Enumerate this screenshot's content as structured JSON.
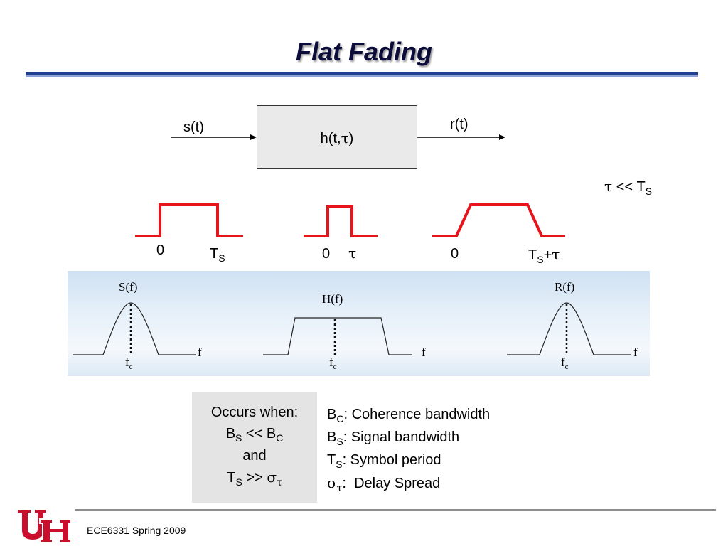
{
  "title": "Flat Fading",
  "channel": {
    "input_label": "s(t)",
    "output_label": "r(t)",
    "box_label": "h(t,",
    "box_label_tau": "τ",
    "box_label_close": ")"
  },
  "condition": {
    "tau": "τ",
    "op": " << T",
    "sub": "S"
  },
  "pulses": {
    "p1_zero": "0",
    "p1_end": "T",
    "p1_end_sub": "S",
    "p2_zero": "0",
    "p2_end": "τ",
    "p3_zero": "0",
    "p3_end": "T",
    "p3_end_sub": "S",
    "p3_end_plus": "+",
    "p3_end_tau": "τ"
  },
  "spectra": {
    "s_label": "S(f)",
    "h_label": "H(f)",
    "r_label": "R(f)",
    "f_axis": "f",
    "fc": "f",
    "fc_sub": "c"
  },
  "occurs": {
    "line1": "Occurs when:",
    "line2_b": "B",
    "line2_bsub": "S",
    "line2_op": " << B",
    "line2_csub": "C",
    "line3": "and",
    "line4_t": "T",
    "line4_tsub": "S",
    "line4_op": " >> ",
    "line4_sigma": "σ",
    "line4_tau": "τ"
  },
  "definitions": [
    {
      "sym": "B",
      "sub": "C",
      "text": ": Coherence bandwidth"
    },
    {
      "sym": "B",
      "sub": "S",
      "text": ": Signal bandwidth"
    },
    {
      "sym": "T",
      "sub": "S",
      "text": ": Symbol period"
    },
    {
      "sym": "σ",
      "sub": "τ",
      "text": ":  Delay Spread"
    }
  ],
  "footer": {
    "course": "ECE6331 Spring 2009",
    "logo": "UH"
  },
  "colors": {
    "pulse": "#e8141c",
    "title": "#0c0c3a",
    "rule": "#1f3f8f",
    "logo": "#c8102e"
  }
}
